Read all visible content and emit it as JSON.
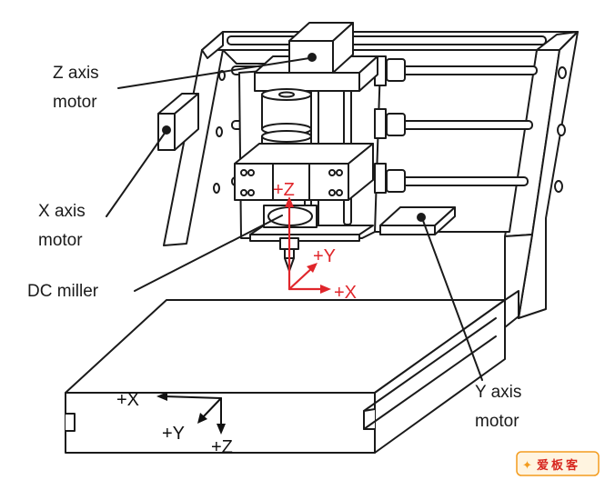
{
  "labels": {
    "z_motor_line1": "Z axis",
    "z_motor_line2": "motor",
    "x_motor_line1": "X axis",
    "x_motor_line2": "motor",
    "dc_miller": "DC miller",
    "y_motor_line1": "Y axis",
    "y_motor_line2": "motor"
  },
  "tool_axes": {
    "z": "+Z",
    "y": "+Y",
    "x": "+X"
  },
  "bed_axes": {
    "x": "+X",
    "y": "+Y",
    "z": "+Z"
  },
  "colors": {
    "line": "#1a1a1a",
    "tool_axes": "#e0262b",
    "watermark_orange": "#f39c1e",
    "watermark_red": "#d7261e"
  }
}
